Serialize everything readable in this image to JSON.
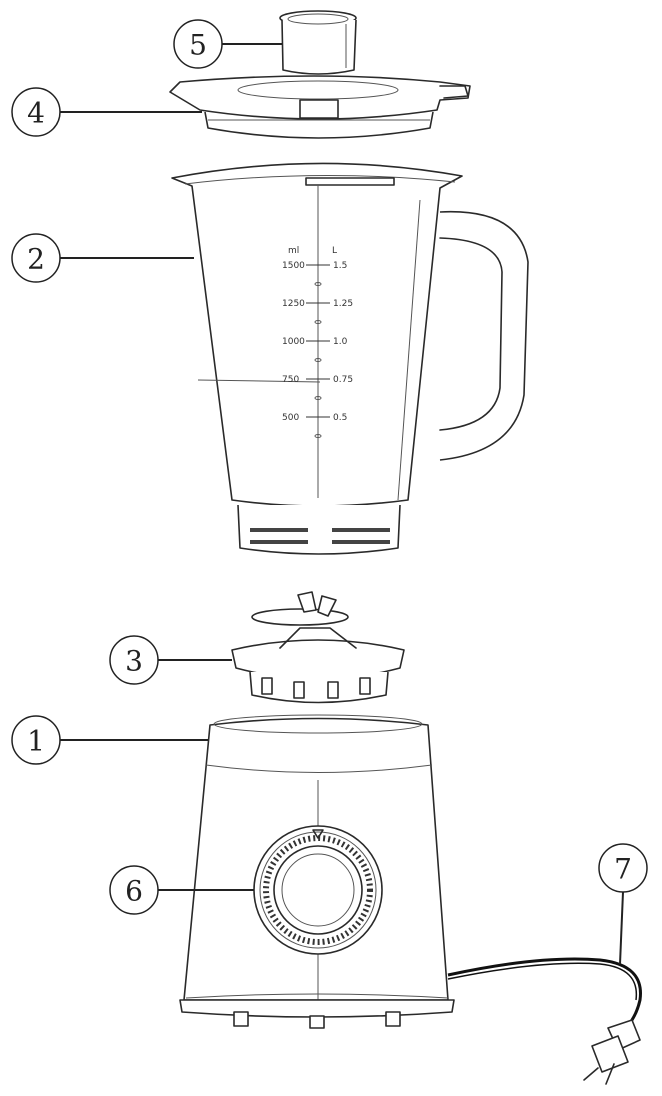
{
  "callouts": [
    {
      "id": "1",
      "label": "1"
    },
    {
      "id": "2",
      "label": "2"
    },
    {
      "id": "3",
      "label": "3"
    },
    {
      "id": "4",
      "label": "4"
    },
    {
      "id": "5",
      "label": "5"
    },
    {
      "id": "6",
      "label": "6"
    },
    {
      "id": "7",
      "label": "7"
    }
  ],
  "scale": {
    "unit_ml": "ml",
    "unit_l": "L",
    "marks": [
      {
        "ml": "1500",
        "l": "1.5"
      },
      {
        "ml": "1250",
        "l": "1.25"
      },
      {
        "ml": "1000",
        "l": "1.0"
      },
      {
        "ml": "750",
        "l": "0.75"
      },
      {
        "ml": "500",
        "l": "0.5"
      }
    ]
  }
}
